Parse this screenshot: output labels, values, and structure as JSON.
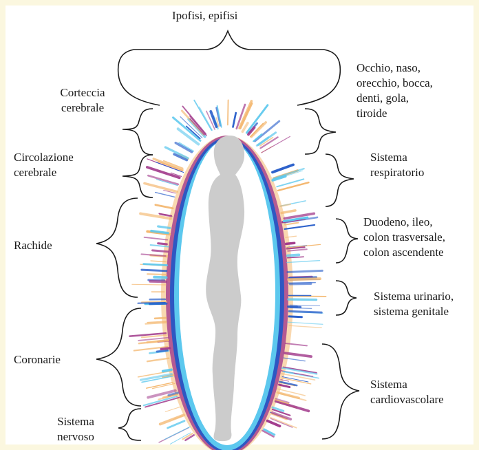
{
  "diagram": {
    "top_label": "Ipofisi, epifisi",
    "left_labels": [
      {
        "id": "corteccia",
        "text": "Corteccia\ncerebrale"
      },
      {
        "id": "circolazione",
        "text": "Circolazione\ncerebrale"
      },
      {
        "id": "rachide",
        "text": "Rachide"
      },
      {
        "id": "coronarie",
        "text": "Coronarie"
      },
      {
        "id": "nervoso",
        "text": "Sistema\nnervoso"
      }
    ],
    "right_labels": [
      {
        "id": "occhio",
        "text": "Occhio, naso,\norecchio, bocca,\ndenti, gola,\ntiroide"
      },
      {
        "id": "respiratorio",
        "text": "Sistema\nrespiratorio"
      },
      {
        "id": "duodeno",
        "text": "Duodeno, ileo,\ncolon trasversale,\ncolon ascendente"
      },
      {
        "id": "urinario",
        "text": "Sistema urinario,\nsistema genitale"
      },
      {
        "id": "cardio",
        "text": "Sistema\ncardiovascolare"
      }
    ]
  },
  "colors": {
    "background": "#fbf7df",
    "panel": "#ffffff",
    "silhouette": "#cccccc",
    "aura_outer": "#f4b870",
    "aura_mid": "#a23b8c",
    "aura_inner": "#1f57c8",
    "aura_core": "#5cc8ee",
    "bracket": "#1a1a1a"
  }
}
